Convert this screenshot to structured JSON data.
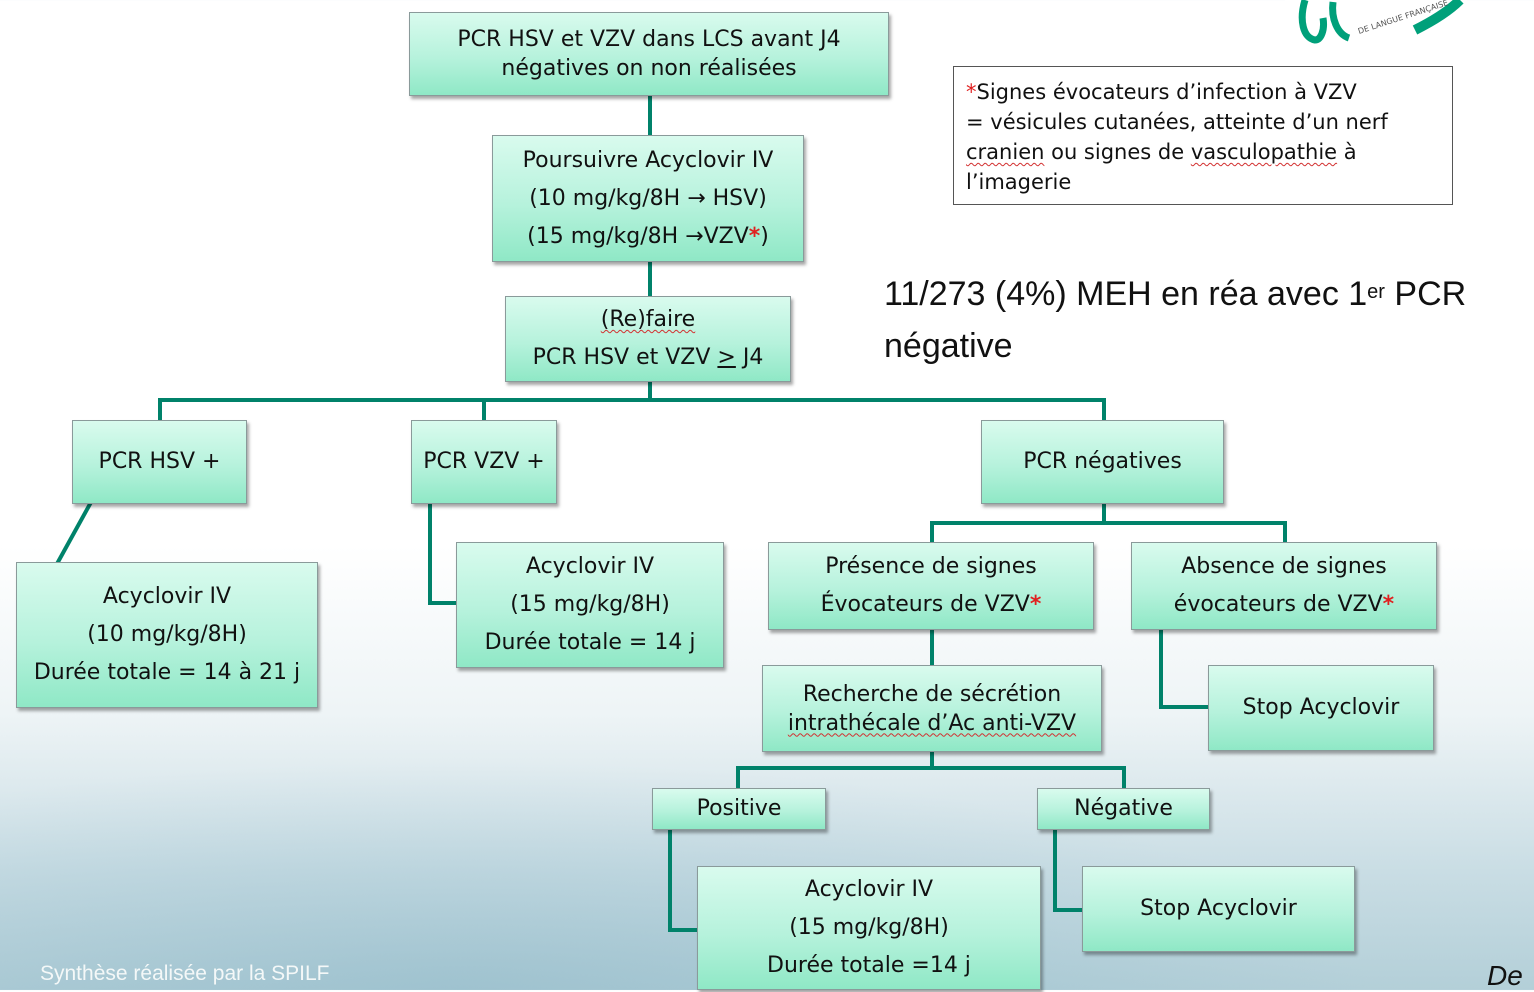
{
  "boxes": {
    "top": [
      "PCR HSV et VZV dans LCS avant J4",
      "négatives on non réalisées"
    ],
    "continue_acyclovir": [
      "Poursuivre Acyclovir IV",
      "(10 mg/kg/8H  → HSV)",
      "(15 mg/kg/8H →VZV",
      "*",
      ")"
    ],
    "redo": [
      "(Re)faire",
      "PCR HSV et VZV ",
      "&gt;",
      " J4"
    ],
    "pcr_hsv": "PCR HSV +",
    "pcr_vzv": "PCR VZV  +",
    "pcr_negatives": "PCR négatives",
    "hsv_treatment": [
      "Acyclovir IV",
      "(10 mg/kg/8H)",
      "Durée totale = 14 à 21 j"
    ],
    "vzv_treatment": [
      "Acyclovir IV",
      "(15 mg/kg/8H)",
      "Durée totale = 14 j"
    ],
    "signs_present": [
      "Présence de signes",
      "Évocateurs de VZV",
      "*"
    ],
    "signs_absent": [
      "Absence de signes",
      "évocateurs de VZV",
      "*"
    ],
    "stop_1": "Stop Acyclovir",
    "search_intrathecal": [
      "Recherche de sécrétion",
      "intrathécale d’Ac anti-VZV"
    ],
    "positive": "Positive",
    "negative": "Négative",
    "final_treatment": [
      "Acyclovir IV",
      "(15 mg/kg/8H)",
      "Durée totale =14 j"
    ],
    "stop_2": "Stop Acyclovir"
  },
  "note": {
    "star": "*",
    "text_1": "Signes évocateurs d’infection à VZV",
    "text_2": "= vésicules cutanées, atteinte d’un nerf",
    "text_3": "cranien",
    "text_4": " ou signes de ",
    "text_5": "vasculopathie",
    "text_6": " à",
    "text_7": "l’imagerie"
  },
  "stat": {
    "part_1": "11/273 (4%) MEH en réa avec 1",
    "superscript": "er",
    "part_2": " PCR",
    "part_3": "négative"
  },
  "footer": {
    "credit": "Synthèse réalisée par la  SPILF",
    "right_fragment": "De"
  },
  "logo": {
    "text": "DE LANGUE FRANÇAISE"
  },
  "colors": {
    "connector": "#00826a",
    "box_top": "#d9fbee",
    "box_bottom": "#8fe8c6"
  }
}
